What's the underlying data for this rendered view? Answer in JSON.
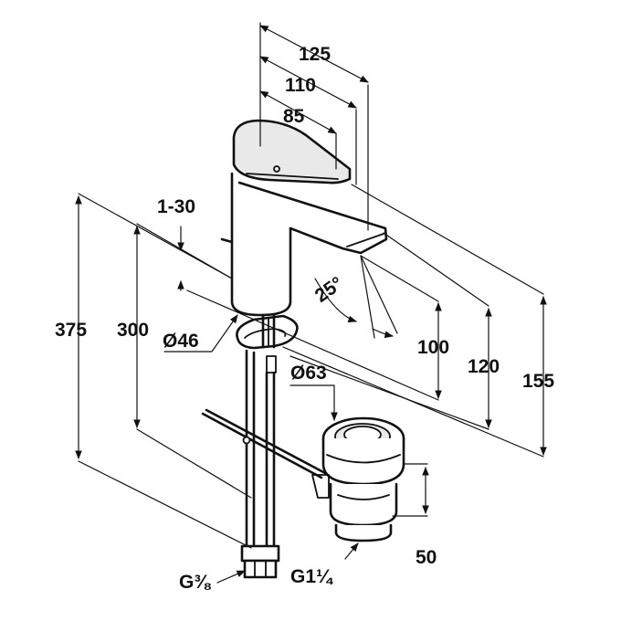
{
  "dimensions": {
    "d125": "125",
    "d110": "110",
    "d85": "85",
    "d1_30": "1-30",
    "d375": "375",
    "d300": "300",
    "d46": "Ø46",
    "d25": "25°",
    "d100": "100",
    "d120": "120",
    "d155": "155",
    "d63": "Ø63",
    "d50": "50",
    "g38": "G⅜",
    "g114": "G1¼"
  }
}
